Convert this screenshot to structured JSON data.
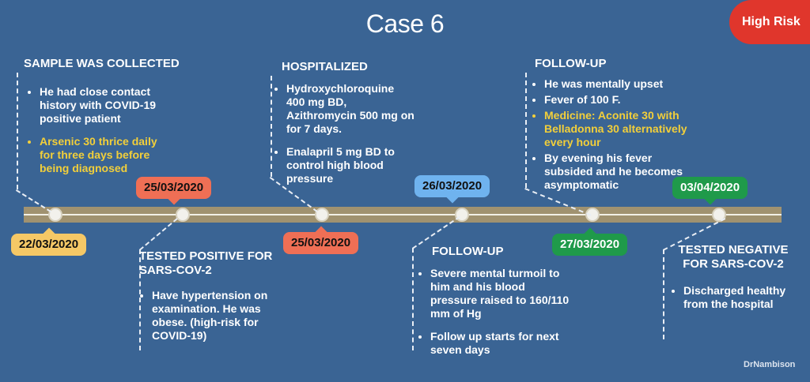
{
  "title": "Case 6",
  "risk_badge": "High Risk",
  "colors": {
    "background": "#3a6494",
    "risk": "#e0362c",
    "timeline_bar": "#a09270",
    "date_yellow": "#f5c866",
    "date_red": "#ef6f55",
    "date_blue": "#6fb3ef",
    "date_green": "#1f9a4a",
    "highlight_text": "#f2cf3a"
  },
  "events": [
    {
      "date": "22/03/2020",
      "heading": "SAMPLE WAS COLLECTED",
      "bullets": [
        "He had close contact history with COVID-19 positive patient",
        "Arsenic 30 thrice daily for three days before being diagnosed"
      ]
    },
    {
      "date": "25/03/2020",
      "heading": "TESTED POSITIVE FOR SARS-COV-2",
      "bullets": [
        "Have hypertension on examination. He was obese. (high-risk for COVID-19)"
      ]
    },
    {
      "date": "25/03/2020",
      "heading": "HOSPITALIZED",
      "bullets": [
        "Hydroxychloroquine 400 mg BD, Azithromycin 500 mg on for 7 days.",
        "Enalapril 5 mg BD to control high blood pressure"
      ]
    },
    {
      "date": "26/03/2020",
      "heading": "FOLLOW-UP",
      "bullets": [
        "Severe mental turmoil to him and his blood pressure raised to 160/110 mm of Hg",
        "Follow up starts for next seven days"
      ]
    },
    {
      "date": "27/03/2020",
      "heading": "FOLLOW-UP",
      "bullets": [
        "He was mentally upset",
        "Fever of 100 F.",
        "Medicine: Aconite 30 with Belladonna 30 alternatively every hour",
        "By evening his fever subsided and he becomes asymptomatic"
      ]
    },
    {
      "date": "03/04/2020",
      "heading": "TESTED NEGATIVE FOR SARS-COV-2",
      "bullets": [
        "Discharged healthy from the hospital"
      ]
    }
  ],
  "credit": "DrNambison"
}
